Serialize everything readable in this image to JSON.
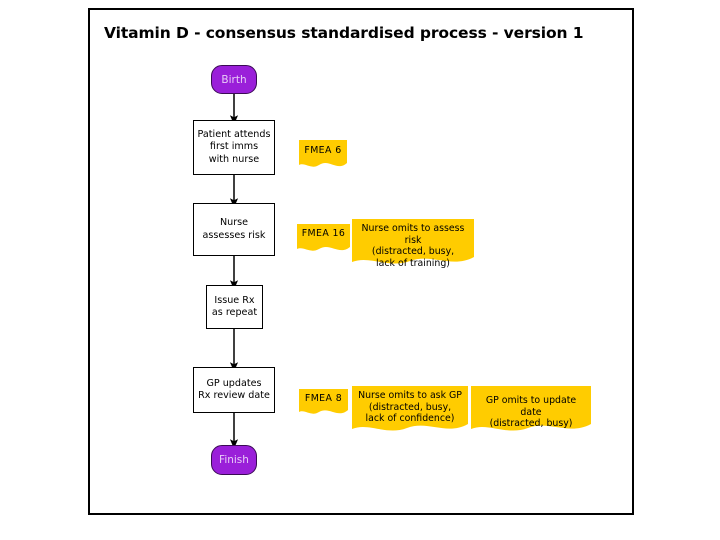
{
  "slide": {
    "title": "Vitamin D - consensus standardised process - version 1",
    "frame_border_color": "#000000",
    "background": "#ffffff"
  },
  "palette": {
    "terminator_fill": "#9A1FD9",
    "terminator_border": "#3A0A55",
    "terminator_text": "#E8CDF7",
    "process_fill": "#FFFFFF",
    "process_border": "#000000",
    "note_fill": "#FFCC00",
    "note_text": "#000000",
    "connector": "#000000"
  },
  "flow": {
    "nodes": [
      {
        "id": "birth",
        "type": "terminator",
        "label": "Birth"
      },
      {
        "id": "attends",
        "type": "process",
        "label": "Patient attends\nfirst imms\nwith nurse"
      },
      {
        "id": "assess",
        "type": "process",
        "label": "Nurse\nassesses risk"
      },
      {
        "id": "issue",
        "type": "process",
        "label": "Issue Rx\nas repeat"
      },
      {
        "id": "update",
        "type": "process",
        "label": "GP updates\nRx review date"
      },
      {
        "id": "finish",
        "type": "terminator",
        "label": "Finish"
      }
    ],
    "edges": [
      {
        "from": "birth",
        "to": "attends"
      },
      {
        "from": "attends",
        "to": "assess"
      },
      {
        "from": "assess",
        "to": "issue"
      },
      {
        "from": "issue",
        "to": "update"
      },
      {
        "from": "update",
        "to": "finish"
      }
    ]
  },
  "notes": {
    "row1": [
      {
        "id": "fmea-6",
        "kind": "tag",
        "text": "FMEA  6"
      }
    ],
    "row2": [
      {
        "id": "fmea-16",
        "kind": "tag",
        "text": "FMEA  16"
      },
      {
        "id": "fail-assess",
        "kind": "failure",
        "text": "Nurse omits to assess risk\n(distracted, busy,\nlack of training)"
      }
    ],
    "row3": [
      {
        "id": "fmea-8",
        "kind": "tag",
        "text": "FMEA  8"
      },
      {
        "id": "fail-ask-gp",
        "kind": "failure",
        "text": "Nurse omits to ask GP\n(distracted, busy,\nlack of confidence)"
      },
      {
        "id": "fail-gp-date",
        "kind": "failure",
        "text": "GP omits to update date\n(distracted, busy)"
      }
    ]
  }
}
